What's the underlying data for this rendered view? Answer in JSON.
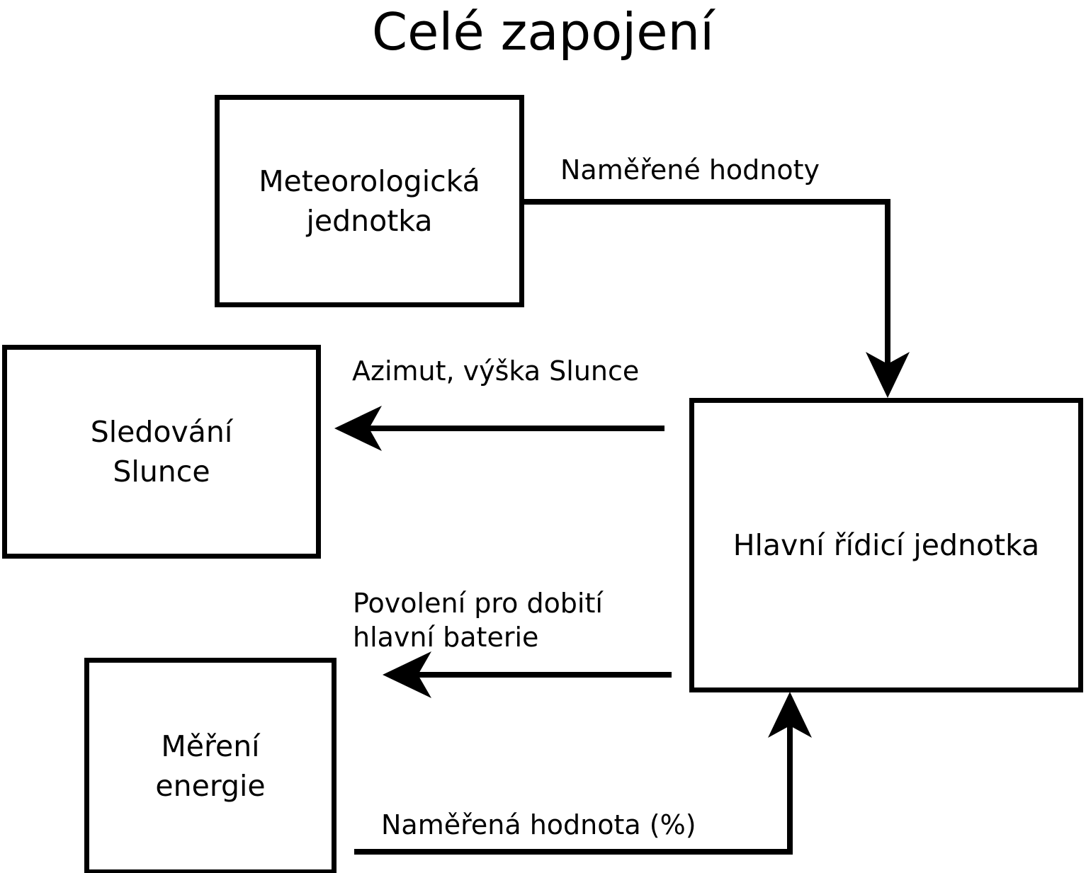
{
  "diagram": {
    "title": "Celé zapojení",
    "language": "cs",
    "nodes": [
      {
        "id": "meteo",
        "label": "Meteorologická\njednotka"
      },
      {
        "id": "tracking",
        "label": "Sledování\nSlunce"
      },
      {
        "id": "main",
        "label": "Hlavní řídicí jednotka"
      },
      {
        "id": "energy",
        "label": "Měření\nenergie"
      }
    ],
    "edges": [
      {
        "id": "meteo-to-main",
        "label": "Naměřené hodnoty",
        "from": "meteo",
        "to": "main",
        "arrow": "down"
      },
      {
        "id": "main-to-tracking",
        "label": "Azimut, výška Slunce",
        "from": "main",
        "to": "tracking",
        "arrow": "left"
      },
      {
        "id": "main-to-energy",
        "label": "Povolení pro dobití\nhlavní baterie",
        "from": "main",
        "to": "energy",
        "arrow": "left"
      },
      {
        "id": "energy-to-main",
        "label": "Naměřená hodnota (%)",
        "from": "energy",
        "to": "main",
        "arrow": "up"
      }
    ],
    "colors": {
      "background": "#ffffff",
      "stroke": "#000000",
      "text": "#000000"
    }
  }
}
